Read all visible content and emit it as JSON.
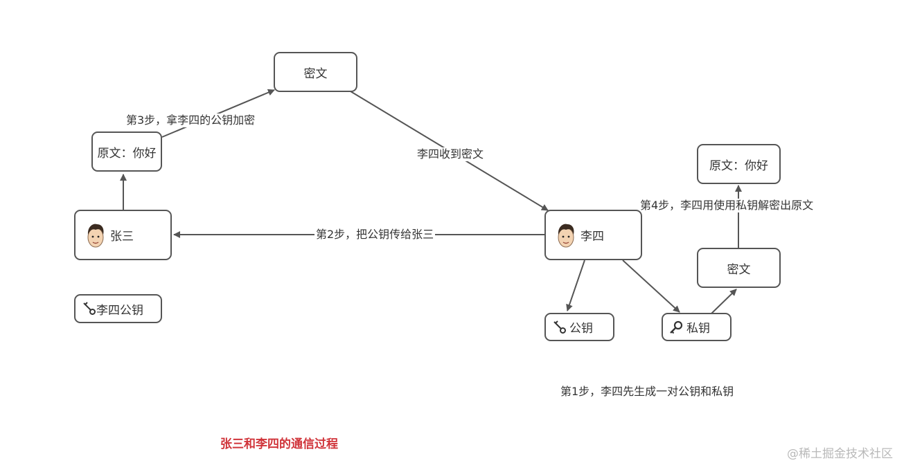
{
  "nodes": {
    "ciphertext_top": "密文",
    "plaintext_left": "原文：你好",
    "zhangsan": "张三",
    "lisi_pubkey_held": "李四公钥",
    "lisi": "李四",
    "pubkey": "公钥",
    "privkey": "私钥",
    "ciphertext_right": "密文",
    "plaintext_right": "原文：你好"
  },
  "labels": {
    "step1": "第1步，李四先生成一对公钥和私钥",
    "step2": "第2步，把公钥传给张三",
    "step3": "第3步，拿李四的公钥加密",
    "step4": "第4步，李四用使用私钥解密出原文",
    "receive": "李四收到密文"
  },
  "caption": "张三和李四的通信过程",
  "watermark": "@稀土掘金技术社区",
  "colors": {
    "stroke": "#555555",
    "caption": "#d0343a",
    "watermark": "#b9b9b9"
  },
  "icons": {
    "person": "person-avatar-icon",
    "key": "key-icon",
    "private_key": "private-key-icon"
  }
}
